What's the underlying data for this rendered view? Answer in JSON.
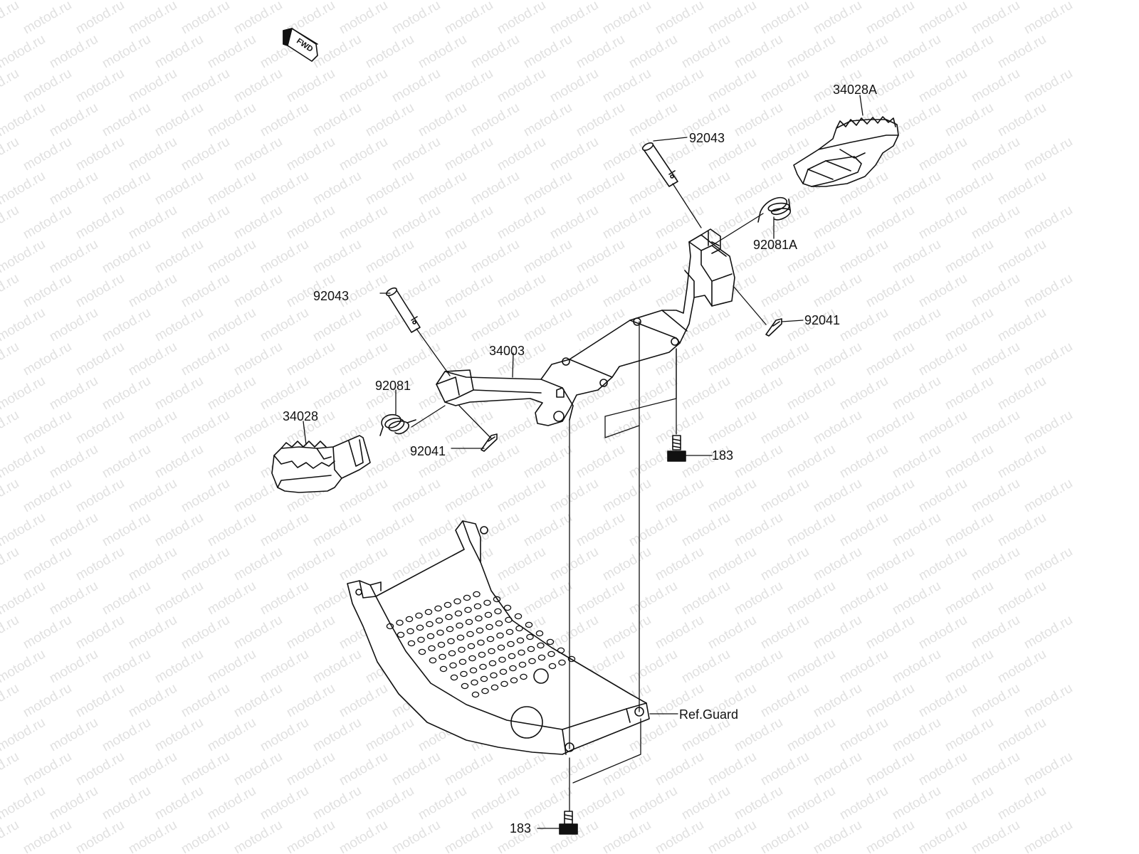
{
  "watermark": "motod.ru",
  "fwd_label": "FWD",
  "callouts": {
    "p34028a": "34028A",
    "p92043_top": "92043",
    "p92081a": "92081A",
    "p92041_right": "92041",
    "p92043_left": "92043",
    "p34003": "34003",
    "p92081": "92081",
    "p34028": "34028",
    "p92041_left": "92041",
    "p183_top": "183",
    "ref_guard": "Ref.Guard",
    "p183_bottom": "183"
  }
}
